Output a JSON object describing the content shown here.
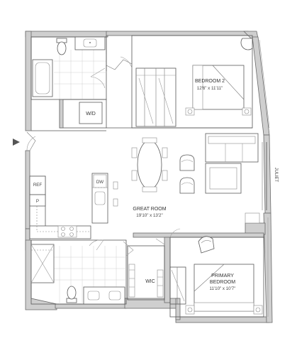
{
  "rooms": {
    "bedroom2": {
      "name": "BEDROOM 2",
      "dims": "12'6\" x 11'11\""
    },
    "great_room": {
      "name": "GREAT ROOM",
      "dims": "19'10\" x 13'2\""
    },
    "primary_bedroom": {
      "name_line1": "PRIMARY",
      "name_line2": "BEDROOM",
      "dims": "11'10\" x 10'7\""
    },
    "wic": {
      "name": "WIC"
    }
  },
  "appliances": {
    "wd": "W/D",
    "ref": "REF",
    "pantry": "P",
    "dw": "DW"
  },
  "features": {
    "juliet": "JULIET"
  },
  "colors": {
    "wall_fill": "#cfcfcf",
    "line": "#555555",
    "entry_arrow": "#555555"
  }
}
